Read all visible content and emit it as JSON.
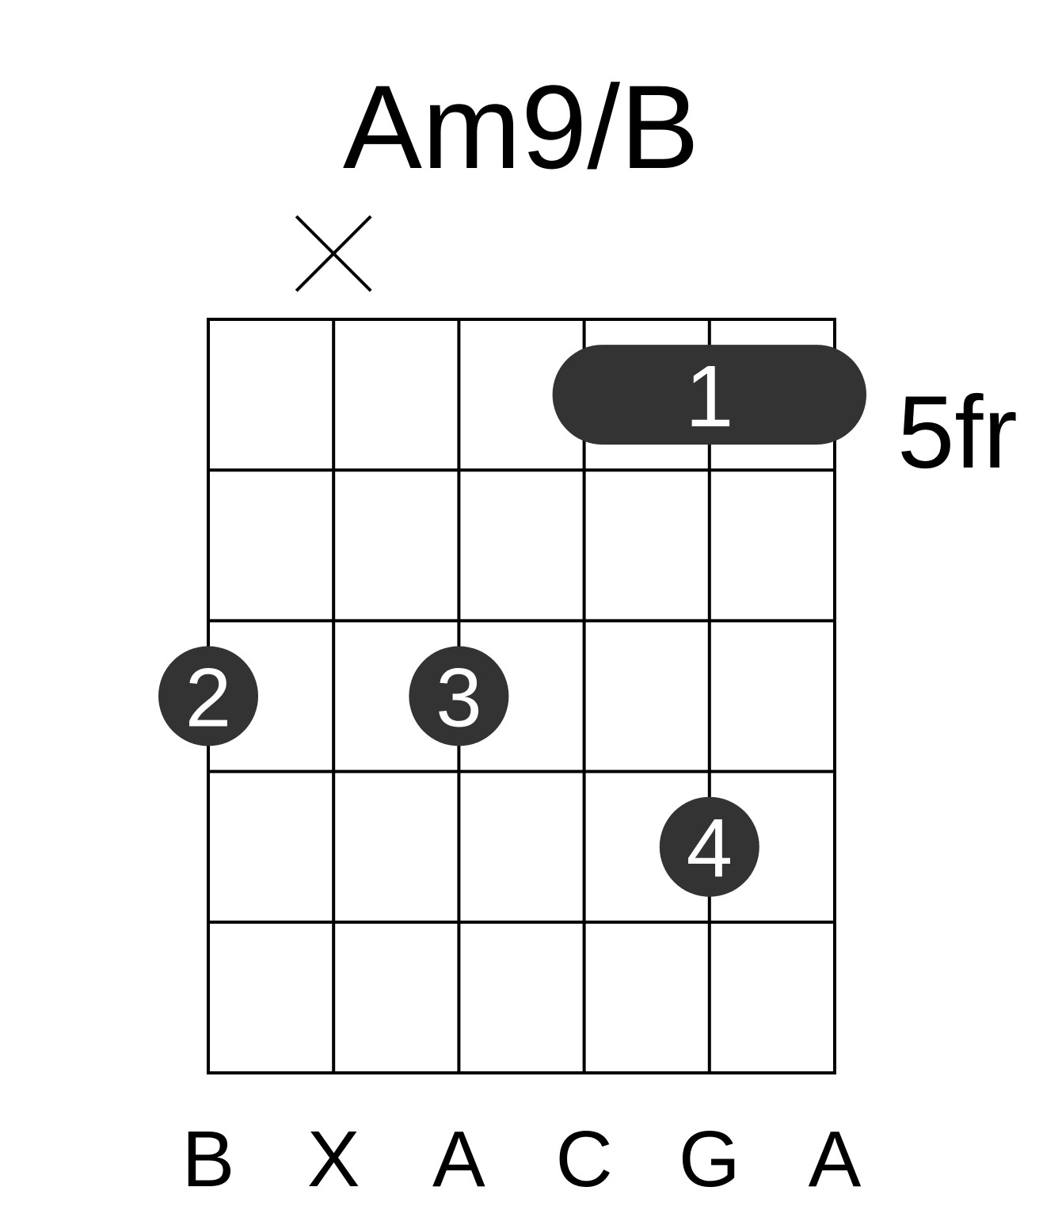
{
  "chord": {
    "name": "Am9/B",
    "fret_label": "5fr",
    "strings": 6,
    "frets_shown": 5,
    "string_states": [
      "fretted",
      "muted",
      "fretted",
      "fretted",
      "fretted",
      "fretted"
    ],
    "muted_marker_icon": "x-mute-icon",
    "barre": {
      "finger": "1",
      "fret": 1,
      "from_string": 4,
      "to_string": 6
    },
    "fingers": [
      {
        "label": "2",
        "string": 1,
        "fret": 3
      },
      {
        "label": "3",
        "string": 3,
        "fret": 3
      },
      {
        "label": "4",
        "string": 5,
        "fret": 4
      }
    ],
    "notes": [
      "B",
      "X",
      "A",
      "C",
      "G",
      "A"
    ],
    "colors": {
      "dot": "#333333",
      "grid": "#000000",
      "dot_text": "#ffffff"
    }
  }
}
